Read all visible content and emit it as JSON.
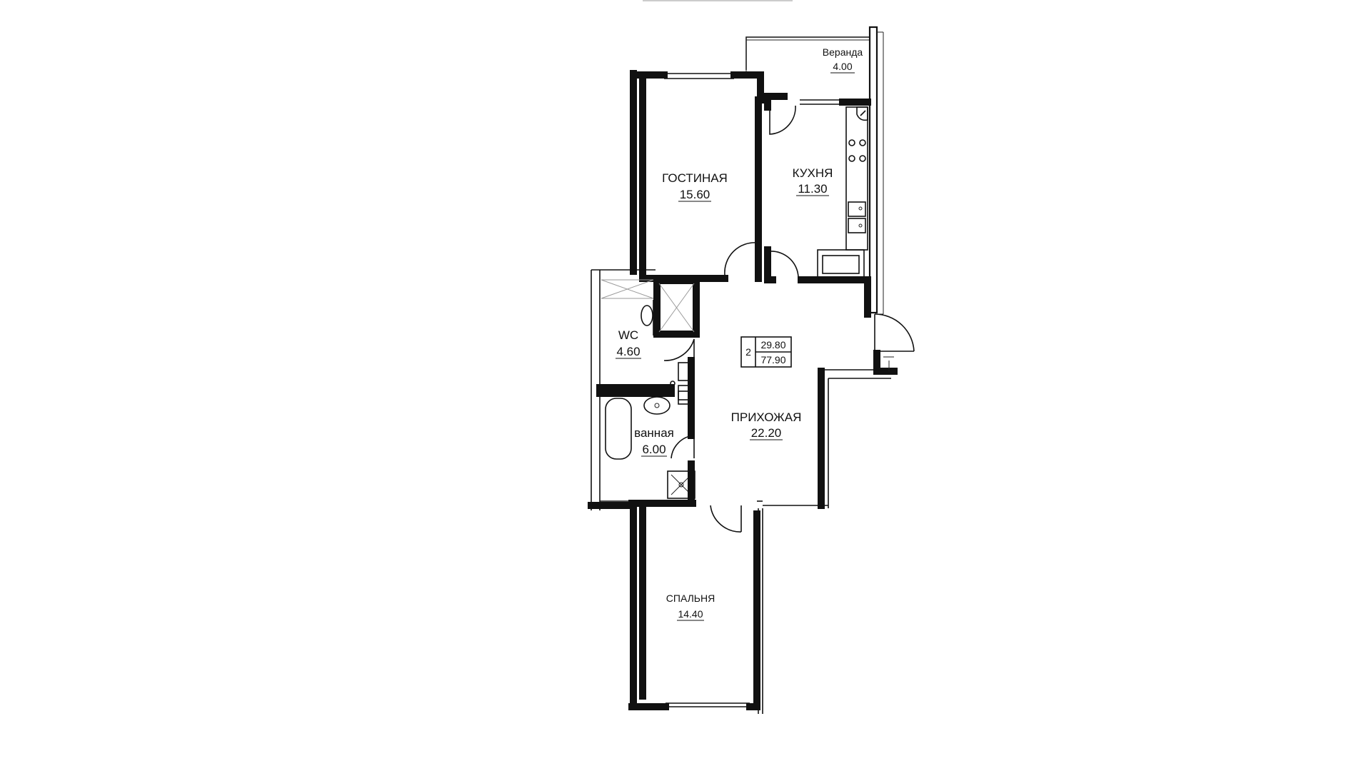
{
  "rooms": {
    "veranda": {
      "name": "Веранда",
      "area": "4.00"
    },
    "living_room": {
      "name": "ГОСТИНАЯ",
      "area": "15.60"
    },
    "kitchen": {
      "name": "КУХНЯ",
      "area": "11.30"
    },
    "wc": {
      "name": "WC",
      "area": "4.60"
    },
    "bathroom": {
      "name": "ванная",
      "area": "6.00"
    },
    "hallway": {
      "name": "ПРИХОЖАЯ",
      "area": "22.20"
    },
    "bedroom": {
      "name": "СПАЛЬНЯ",
      "area": "14.40"
    }
  },
  "apartment_tag": {
    "rooms_count": "2",
    "living_area": "29.80",
    "total_area": "77.90"
  }
}
